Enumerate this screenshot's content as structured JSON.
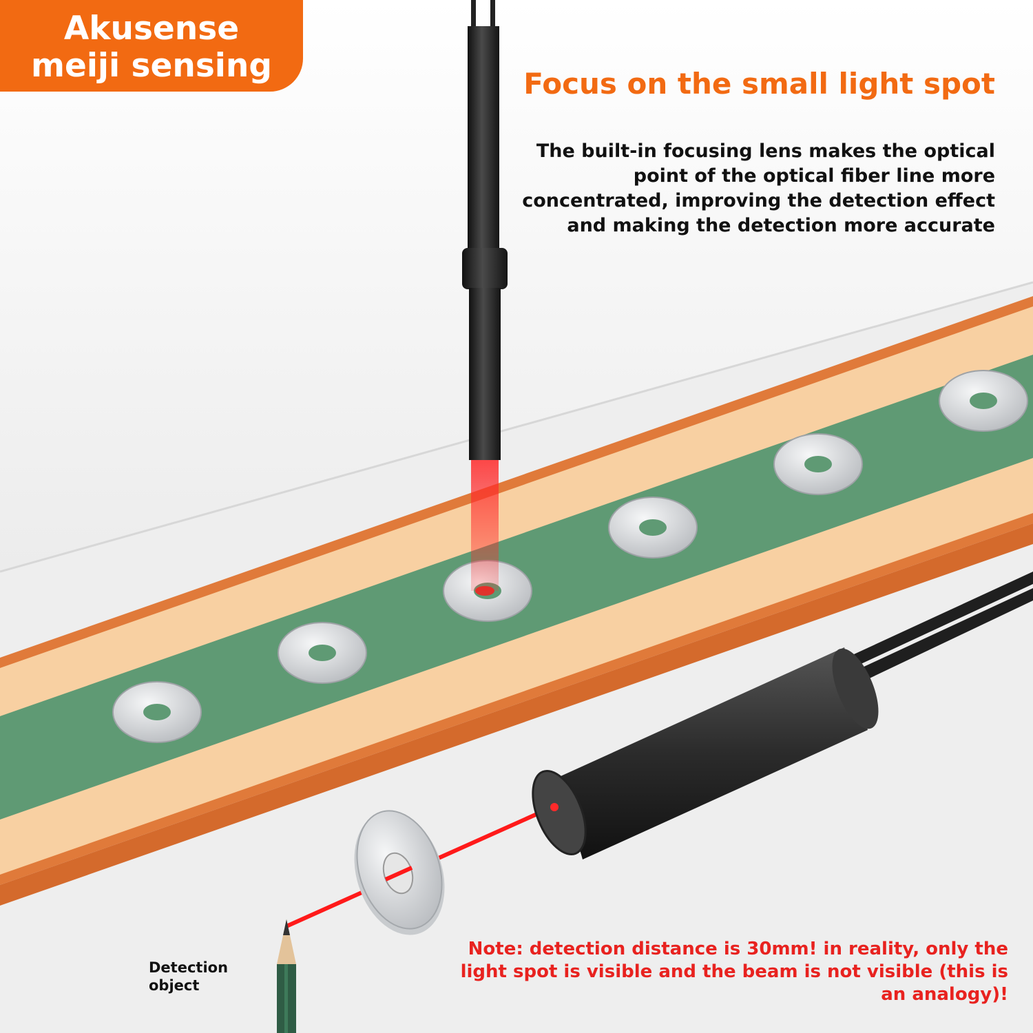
{
  "brand": {
    "line1": "Akusense",
    "line2": "meiji sensing",
    "color": "#f26a12"
  },
  "headline": "Focus on the small light spot",
  "description": {
    "lines": [
      "The built-in focusing lens makes the optical",
      "point of the optical fiber line more",
      "concentrated, improving the detection effect",
      "and making the detection more accurate"
    ]
  },
  "detection_label": {
    "lines": [
      "Detection",
      "object"
    ]
  },
  "note": {
    "lines": [
      "Note: detection distance is 30mm! in reality, only the",
      "light spot is visible and the beam is not visible (this is",
      "an analogy)!"
    ],
    "color": "#e8221f"
  },
  "colors": {
    "rail_outer": "#e07a3a",
    "rail_inner": "#f8d0a2",
    "belt": "#5f9a74",
    "laser": "#ff1a1a",
    "washer": "#d8dadc",
    "probe": "#2a2a2a"
  },
  "icons": [
    "fiber-probe-vertical-icon",
    "fiber-probe-horizontal-icon",
    "washer-icon",
    "pencil-icon",
    "laser-beam-icon"
  ]
}
